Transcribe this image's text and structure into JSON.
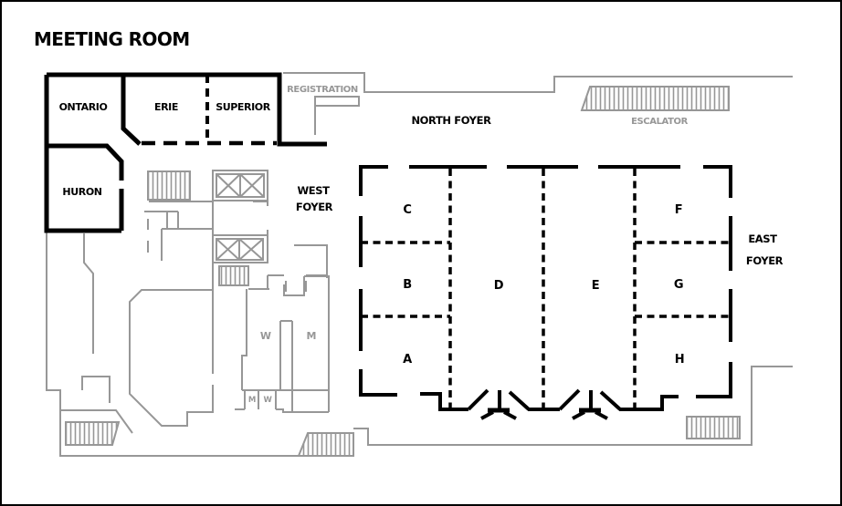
{
  "title": "MEETING ROOM",
  "rooms": {
    "ontario": "ONTARIO",
    "erie": "ERIE",
    "superior": "SUPERIOR",
    "huron": "HURON"
  },
  "foyers": {
    "north": "NORTH FOYER",
    "west_line1": "WEST",
    "west_line2": "FOYER",
    "east_line1": "EAST",
    "east_line2": "FOYER"
  },
  "areas": {
    "registration": "REGISTRATION",
    "escalator": "ESCALATOR"
  },
  "ballroom_sections": {
    "a": "A",
    "b": "B",
    "c": "C",
    "d": "D",
    "e": "E",
    "f": "F",
    "g": "G",
    "h": "H"
  },
  "restrooms": {
    "women": "W",
    "men": "M",
    "men_small": "M",
    "women_small": "W"
  },
  "colors": {
    "wall": "#000000",
    "service": "#979797",
    "background": "#ffffff"
  }
}
